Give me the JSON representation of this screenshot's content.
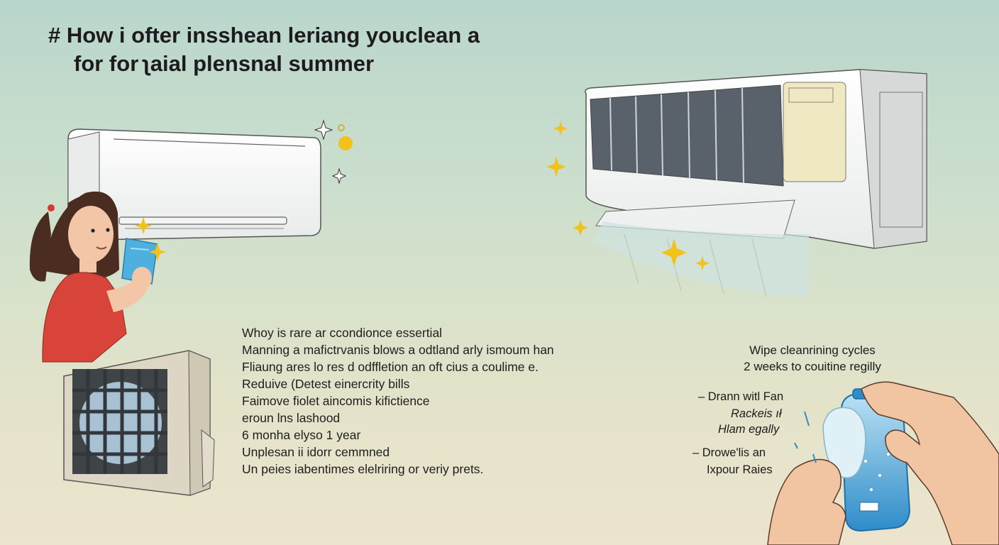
{
  "header": {
    "title_line1": "# How i ofter insshean leriang youclean a",
    "title_line2": "for for ʅaial plensnal summer"
  },
  "main": {
    "lines": [
      "Whoy is rare ar ccondionce essertial",
      "Manning a mafictrvanis blows a odtland arly ismoum han",
      "Fliaung ares lo res d odffletion an oft cius a coulime e.",
      "Reduive (Detest einercrity bills",
      "Faimove fiolet aincomis kifictience",
      "eroun lns lashood",
      "6 monha elyso 1 year",
      "Unplesan ii idorr cemmned",
      "Un peies iabentimes elelriring or veriy prets."
    ]
  },
  "right": {
    "heading_line1": "Wipe cleanrining cycles",
    "heading_line2": "2 weeks to couitine regilly",
    "items": [
      "– Drann witl Fan",
      "Rackeis ıł",
      "Hlam egally",
      "– Drowe'lis an",
      "Ixpour Raies"
    ]
  },
  "colors": {
    "background_top": "#b9d6cc",
    "background_bottom": "#ece4cd",
    "sparkle": "#f2c21b",
    "shirt": "#d8443a",
    "cloth": "#4fb0e0"
  }
}
